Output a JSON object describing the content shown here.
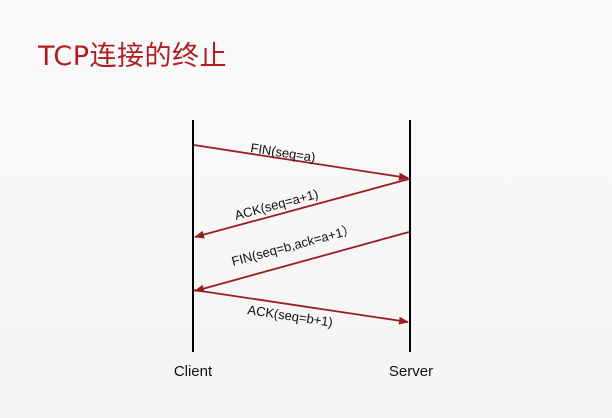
{
  "slide": {
    "title": "TCP连接的终止"
  },
  "diagram": {
    "participants": [
      "Client",
      "Server"
    ],
    "messages": [
      {
        "from": "Client",
        "to": "Server",
        "label": "FIN(seq=a)"
      },
      {
        "from": "Server",
        "to": "Client",
        "label": "ACK(seq=a+1)"
      },
      {
        "from": "Server",
        "to": "Client",
        "label": "FIN(seq=b,ack=a+1）"
      },
      {
        "from": "Client",
        "to": "Server",
        "label": "ACK(seq=b+1)"
      }
    ],
    "arrow_color": "#9b1c22",
    "lifeline_color": "#000000"
  }
}
